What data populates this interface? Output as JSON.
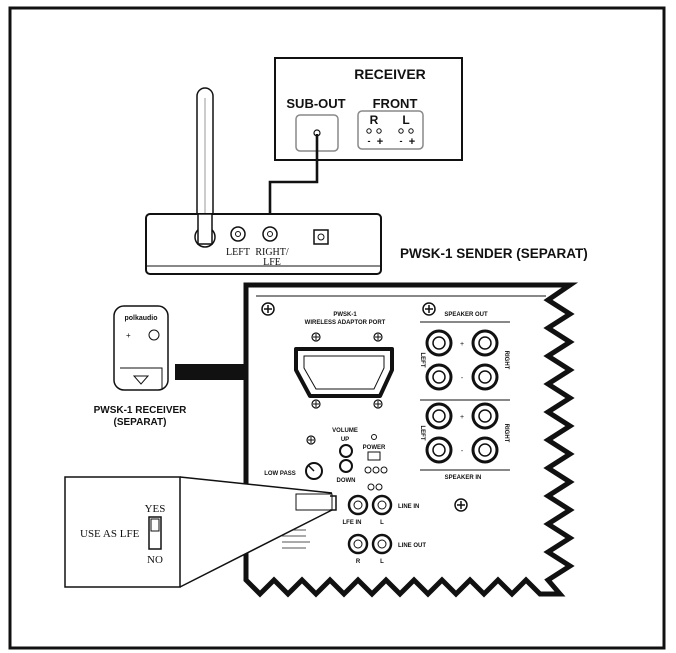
{
  "receiver": {
    "title": "RECEIVER",
    "sub_out": "SUB-OUT",
    "front": "FRONT",
    "right": "R",
    "left": "L",
    "minus": "-",
    "plus": "+"
  },
  "sender": {
    "left_label": "LEFT",
    "right_lfe_line1": "RIGHT/",
    "right_lfe_line2": "LFE",
    "caption": "PWSK-1 SENDER (SEPARAT)"
  },
  "remote_receiver": {
    "brand": "polkaudio",
    "caption_line1": "PWSK-1 RECEIVER",
    "caption_line2": "(SEPARAT)"
  },
  "subwoofer": {
    "port_line1": "PWSK-1",
    "port_line2": "WIRELESS ADAPTOR PORT",
    "speaker_out": "SPEAKER OUT",
    "speaker_in": "SPEAKER IN",
    "left": "LEFT",
    "right": "RIGHT",
    "volume": "VOLUME",
    "up": "UP",
    "down": "DOWN",
    "power": "POWER",
    "low_pass": "LOW PASS",
    "line_in": "LINE IN",
    "line_out": "LINE OUT",
    "lfe_in": "LFE IN",
    "r": "R",
    "l": "L"
  },
  "inset": {
    "use_as_lfe": "USE AS LFE",
    "yes": "YES",
    "no": "NO"
  }
}
